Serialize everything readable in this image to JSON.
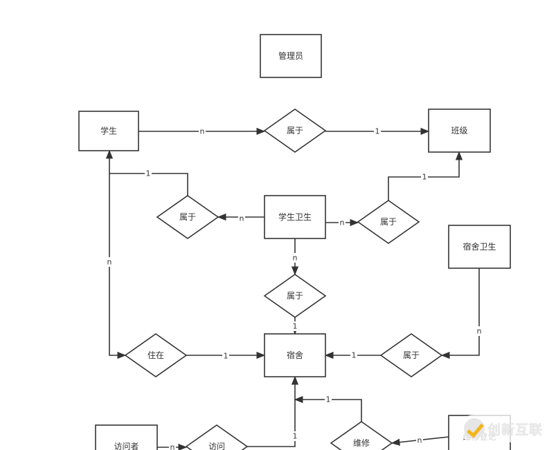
{
  "diagram": {
    "type": "er-diagram",
    "entities": [
      {
        "id": "admin",
        "label": "管理员"
      },
      {
        "id": "student",
        "label": "学生"
      },
      {
        "id": "class",
        "label": "班级"
      },
      {
        "id": "student_hygiene",
        "label": "学生卫生"
      },
      {
        "id": "dorm_hygiene",
        "label": "宿舍卫生"
      },
      {
        "id": "dorm",
        "label": "宿舍"
      },
      {
        "id": "visitor",
        "label": "访问者"
      },
      {
        "id": "repair_record",
        "label": "维修登记"
      }
    ],
    "relationships": [
      {
        "id": "rel_student_class",
        "label": "属于"
      },
      {
        "id": "rel_sh_student",
        "label": "属于"
      },
      {
        "id": "rel_sh_class",
        "label": "属于"
      },
      {
        "id": "rel_sh_dorm",
        "label": "属于"
      },
      {
        "id": "rel_live",
        "label": "住在"
      },
      {
        "id": "rel_dh_dorm",
        "label": "属于"
      },
      {
        "id": "rel_visit",
        "label": "访问"
      },
      {
        "id": "rel_repair",
        "label": "维修"
      }
    ],
    "connections": [
      {
        "from": "student",
        "to": "rel_student_class",
        "cardinality": "n"
      },
      {
        "from": "rel_student_class",
        "to": "class",
        "cardinality": "1"
      },
      {
        "from": "student_hygiene",
        "to": "rel_sh_student",
        "cardinality": "n"
      },
      {
        "from": "rel_sh_student",
        "to": "student",
        "cardinality": "1"
      },
      {
        "from": "student_hygiene",
        "to": "rel_sh_class",
        "cardinality": "n"
      },
      {
        "from": "rel_sh_class",
        "to": "class",
        "cardinality": "1"
      },
      {
        "from": "student_hygiene",
        "to": "rel_sh_dorm",
        "cardinality": "n"
      },
      {
        "from": "rel_sh_dorm",
        "to": "dorm",
        "cardinality": "1"
      },
      {
        "from": "student",
        "to": "rel_live",
        "cardinality": "n"
      },
      {
        "from": "rel_live",
        "to": "dorm",
        "cardinality": "1"
      },
      {
        "from": "dorm_hygiene",
        "to": "rel_dh_dorm",
        "cardinality": "n"
      },
      {
        "from": "rel_dh_dorm",
        "to": "dorm",
        "cardinality": "1"
      },
      {
        "from": "visitor",
        "to": "rel_visit",
        "cardinality": "n"
      },
      {
        "from": "rel_visit",
        "to": "dorm",
        "cardinality": "1"
      },
      {
        "from": "repair_record",
        "to": "rel_repair",
        "cardinality": "n"
      },
      {
        "from": "rel_repair",
        "to": "dorm",
        "cardinality": "1"
      }
    ]
  },
  "watermark": {
    "text": "创新互联",
    "accent_color": "#f2b51c"
  },
  "colors": {
    "stroke": "#333333",
    "background": "#ffffff"
  }
}
